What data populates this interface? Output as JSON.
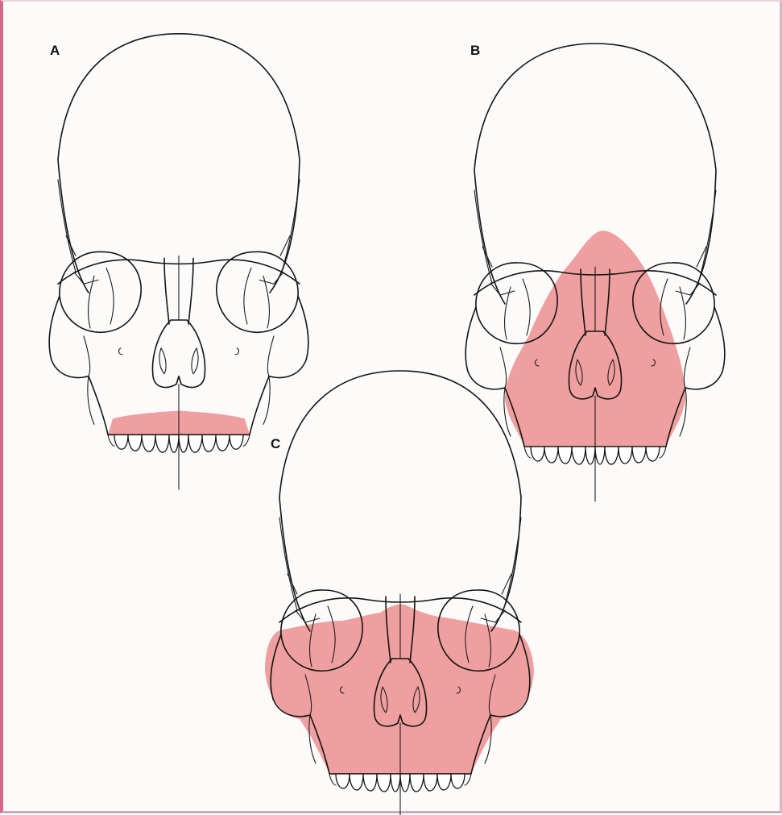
{
  "colors": {
    "highlight": "#ef9f9f",
    "outline": "#141414",
    "background": "#fcfbfa"
  },
  "panels": [
    {
      "label": "A"
    },
    {
      "label": "B"
    },
    {
      "label": "C"
    }
  ]
}
